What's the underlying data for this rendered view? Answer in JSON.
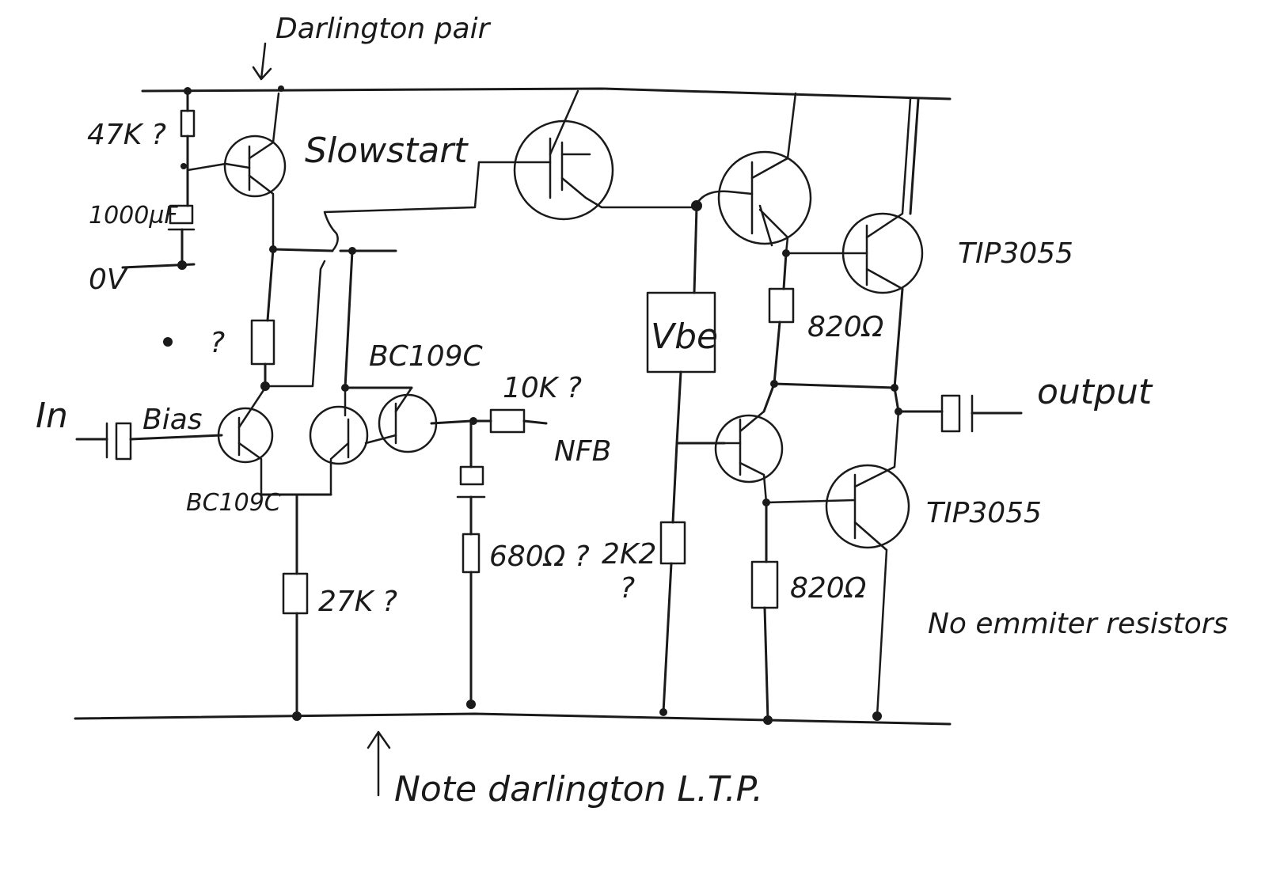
{
  "labels": {
    "darlington_pair": "Darlington pair",
    "r_47k": "47K ?",
    "c_1000uf": "1000µF",
    "zero_v": "0V",
    "slowstart": "Slowstart",
    "question_1": "?",
    "bc109c_top": "BC109C",
    "in": "In",
    "bias": "Bias",
    "bc109c_bottom": "BC109C",
    "r_10k": "10K ?",
    "nfb": "NFB",
    "r_27k": "27K ?",
    "r_680": "680Ω ?",
    "vbe": "Vbe",
    "r_2k2": "2K2",
    "question_2": "?",
    "tip3055_top": "TIP3055",
    "tip3055_bottom": "TIP3055",
    "r_820_top": "820Ω",
    "r_820_bottom": "820Ω",
    "output": "output",
    "no_emitter": "No emmiter resistors",
    "note": "Note darlington L.T.P."
  }
}
